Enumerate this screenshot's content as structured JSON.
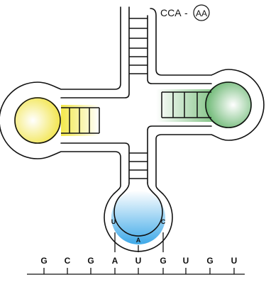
{
  "trna": {
    "acceptor_end": {
      "cca": "CCA",
      "dash": "-",
      "amino_acid": "AA"
    },
    "anticodon": [
      "U",
      "A",
      "C"
    ],
    "loop_colors": {
      "left": "#f3e84a",
      "right": "#63b56a",
      "bottom": "#4aaee8"
    }
  },
  "mrna": {
    "bases": [
      "G",
      "C",
      "G",
      "A",
      "U",
      "G",
      "U",
      "G",
      "U"
    ]
  }
}
